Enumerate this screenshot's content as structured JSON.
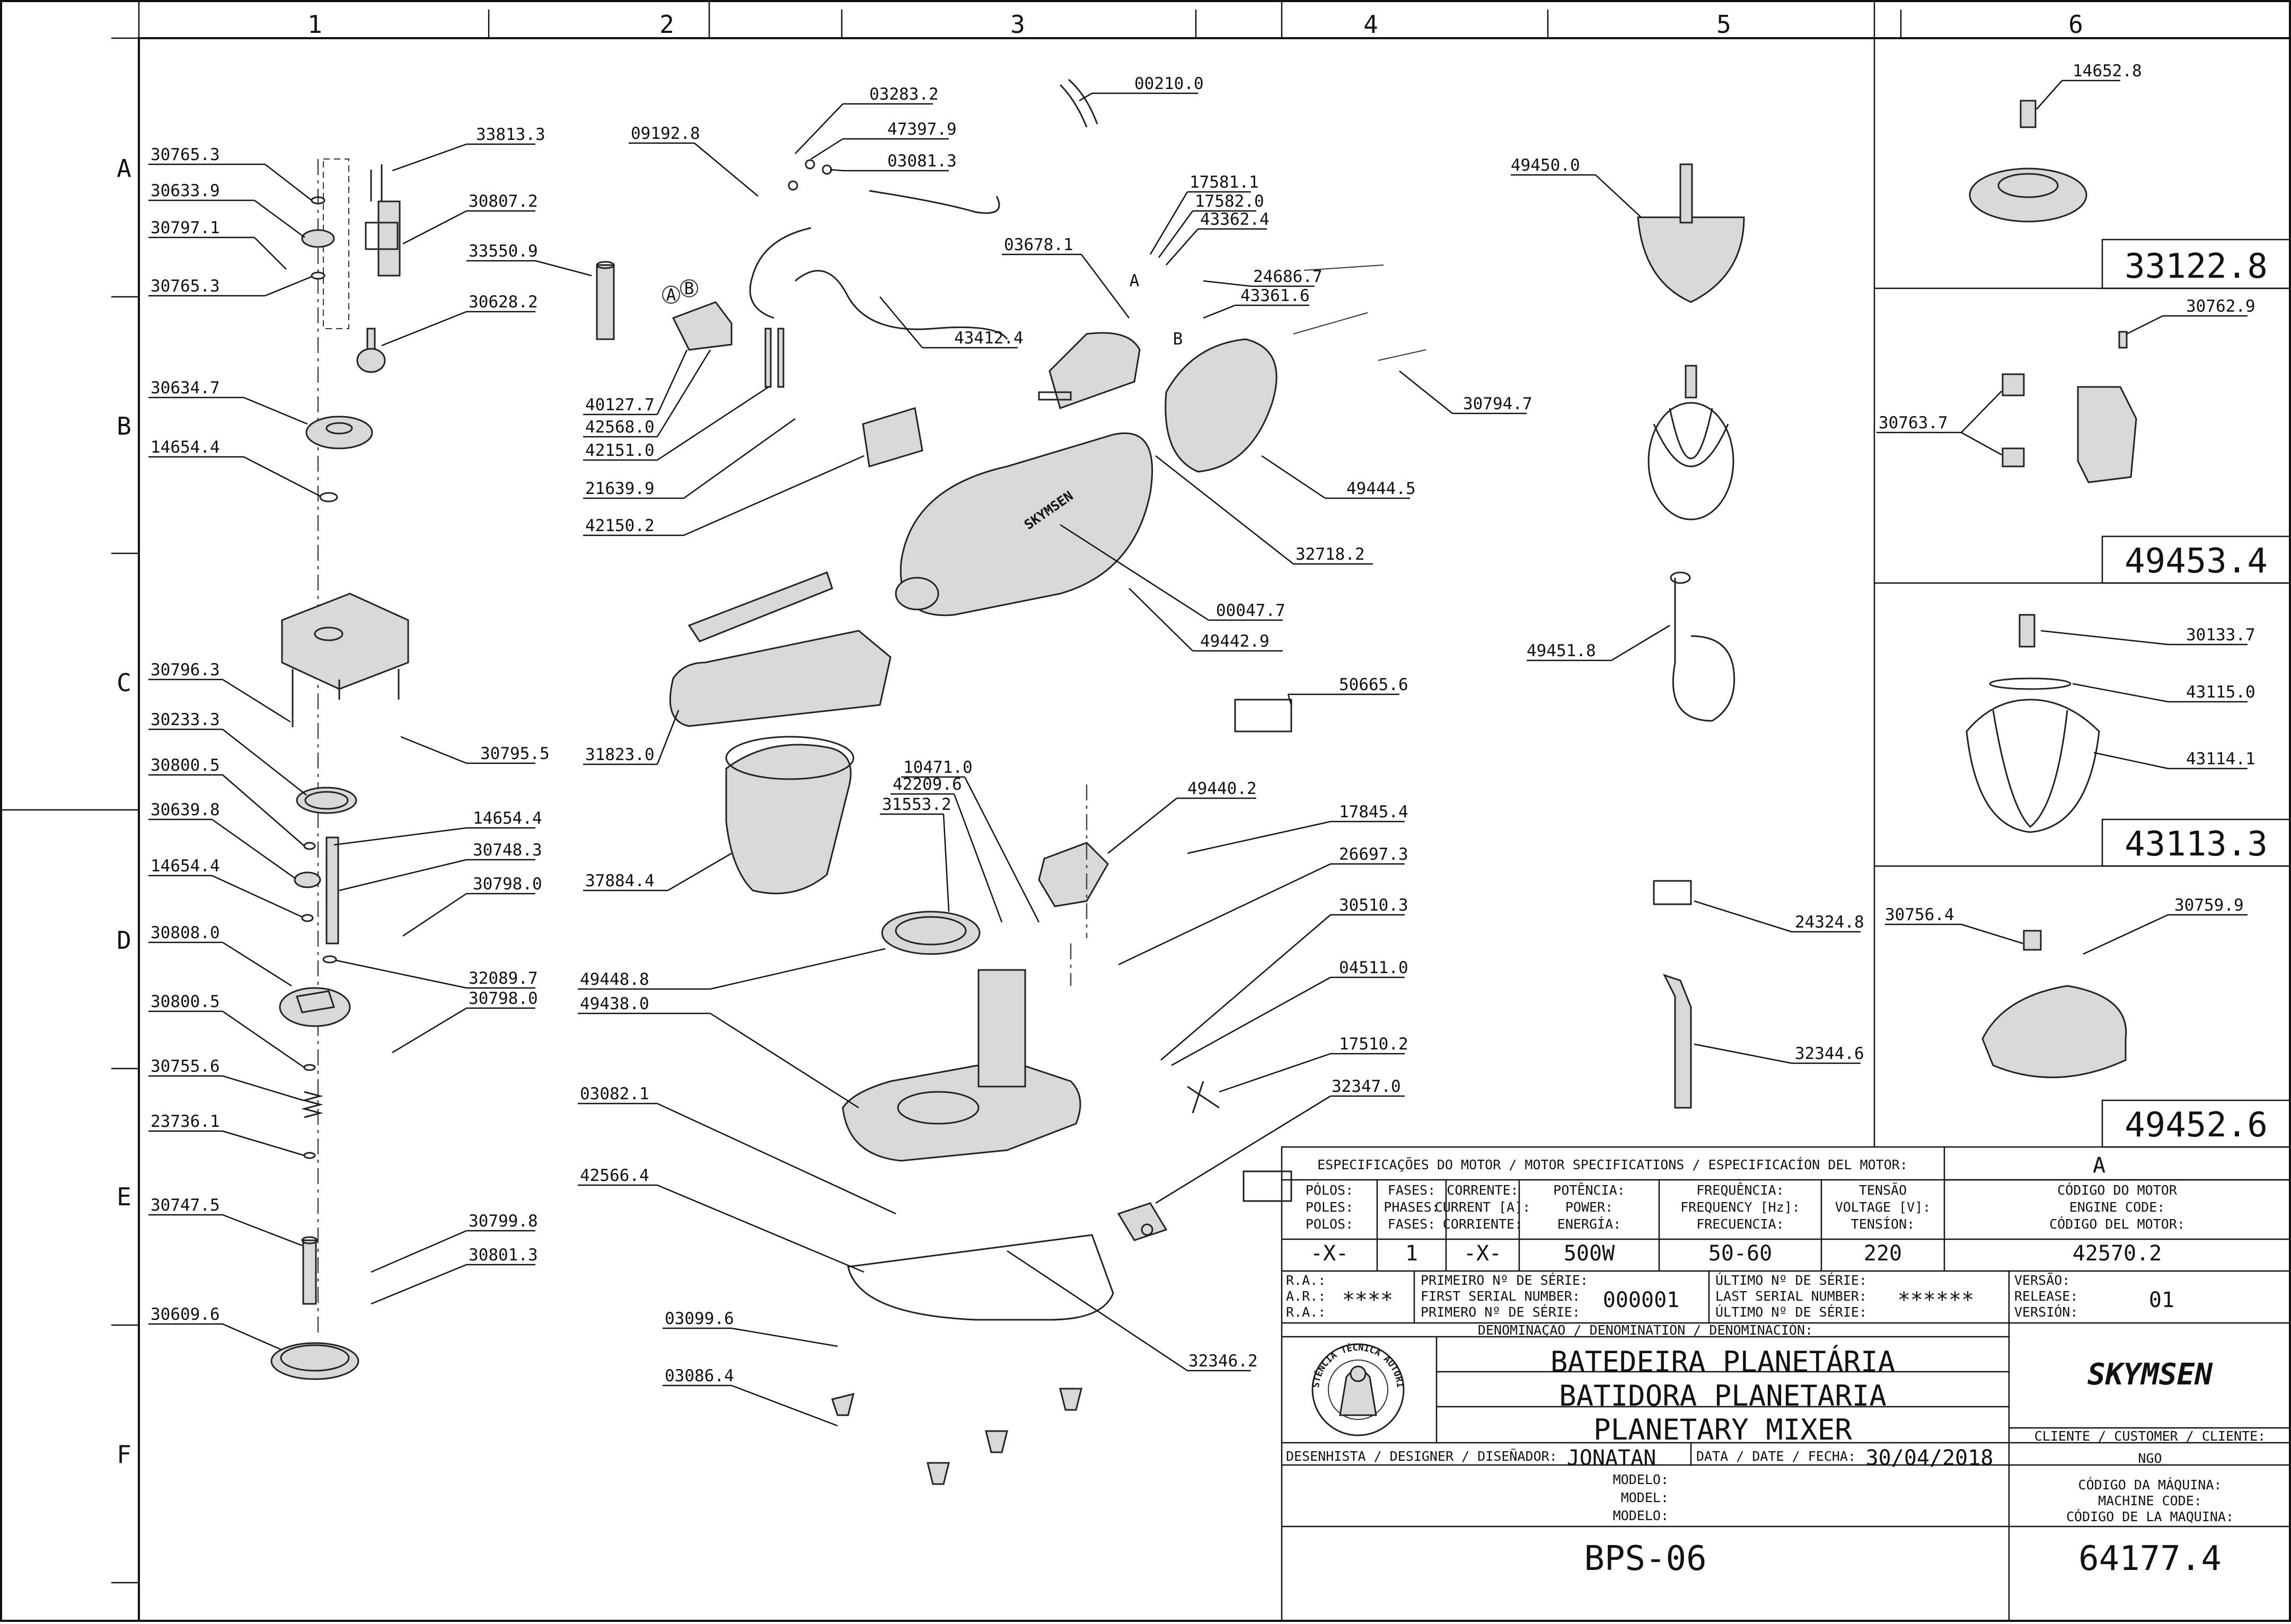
{
  "grid": {
    "columns": [
      "1",
      "2",
      "3",
      "4",
      "5",
      "6"
    ],
    "rows": [
      "A",
      "B",
      "C",
      "D",
      "E",
      "F"
    ]
  },
  "part_labels": {
    "p30765_3a": "30765.3",
    "p30633_9": "30633.9",
    "p30797_1": "30797.1",
    "p30765_3b": "30765.3",
    "p33813_3": "33813.3",
    "p30807_2": "30807.2",
    "p33550_9": "33550.9",
    "p30628_2": "30628.2",
    "p30634_7": "30634.7",
    "p14654_4a": "14654.4",
    "p30796_3": "30796.3",
    "p30795_5": "30795.5",
    "p30233_3": "30233.3",
    "p30800_5a": "30800.5",
    "p30639_8": "30639.8",
    "p14654_4b": "14654.4",
    "p14654_4c": "14654.4",
    "p30748_3": "30748.3",
    "p30798_0a": "30798.0",
    "p30808_0": "30808.0",
    "p32089_7": "32089.7",
    "p30798_0b": "30798.0",
    "p30800_5b": "30800.5",
    "p30755_6": "30755.6",
    "p23736_1": "23736.1",
    "p30747_5": "30747.5",
    "p30799_8": "30799.8",
    "p30801_3": "30801.3",
    "p30609_6": "30609.6",
    "p09192_8": "09192.8",
    "p03283_2": "03283.2",
    "p47397_9": "47397.9",
    "p03081_3": "03081.3",
    "p00210_0": "00210.0",
    "p43412_4": "43412.4",
    "p40127_7": "40127.7",
    "p42568_0": "42568.0",
    "p42151_0": "42151.0",
    "p21639_9": "21639.9",
    "p42150_2": "42150.2",
    "p31823_0": "31823.0",
    "p37884_4": "37884.4",
    "p10471_0": "10471.0",
    "p42209_6": "42209.6",
    "p31553_2": "31553.2",
    "p49448_8": "49448.8",
    "p49438_0": "49438.0",
    "p03082_1": "03082.1",
    "p42566_4": "42566.4",
    "p03099_6": "03099.6",
    "p03086_4": "03086.4",
    "p32346_2": "32346.2",
    "p17581_1": "17581.1",
    "p17582_0": "17582.0",
    "p43362_4": "43362.4",
    "p03678_1": "03678.1",
    "p24686_7": "24686.7",
    "p43361_6": "43361.6",
    "p30794_7": "30794.7",
    "p49444_5": "49444.5",
    "p32718_2": "32718.2",
    "p00047_7": "00047.7",
    "p49442_9": "49442.9",
    "p50665_6": "50665.6",
    "p49440_2": "49440.2",
    "p17845_4": "17845.4",
    "p26697_3": "26697.3",
    "p30510_3": "30510.3",
    "p04511_0": "04511.0",
    "p17510_2": "17510.2",
    "p32347_0": "32347.0",
    "p49450_0": "49450.0",
    "p49451_8": "49451.8",
    "p24324_8": "24324.8",
    "p32344_6": "32344.6",
    "p14652_8": "14652.8",
    "p30762_9": "30762.9",
    "p30763_7": "30763.7",
    "p30133_7": "30133.7",
    "p43115_0": "43115.0",
    "p43114_1": "43114.1",
    "p30756_4": "30756.4",
    "p30759_9": "30759.9",
    "callout_a": "A",
    "callout_b": "B"
  },
  "kit_codes": [
    "33122.8",
    "49453.4",
    "43113.3",
    "49452.6"
  ],
  "brand": "SKYMSEN",
  "seal_text": "ASSISTÊNCIA TÉCNICA AUTORIZADA",
  "title_block": {
    "spec_header": "ESPECIFICAÇÕES DO MOTOR / MOTOR SPECIFICATIONS / ESPECIFICACÍON DEL MOTOR:",
    "motor_letter": "A",
    "spec_cols": [
      {
        "l1": "PÓLOS:",
        "l2": "POLES:",
        "l3": "POLOS:",
        "value": "-X-"
      },
      {
        "l1": "FASES:",
        "l2": "PHASES:",
        "l3": "FASES:",
        "value": "1"
      },
      {
        "l1": "CORRENTE:",
        "l2": "CURRENT [A]:",
        "l3": "CORRIENTE:",
        "value": "-X-"
      },
      {
        "l1": "POTÊNCIA:",
        "l2": "POWER:",
        "l3": "ENERGÍA:",
        "value": "500W"
      },
      {
        "l1": "FREQUÊNCIA:",
        "l2": "FREQUENCY [Hz]:",
        "l3": "FRECUENCIA:",
        "value": "50-60"
      },
      {
        "l1": "TENSÃO",
        "l2": "VOLTAGE [V]:",
        "l3": "TENSÍON:",
        "value": "220"
      },
      {
        "l1": "CÓDIGO DO MOTOR",
        "l2": "ENGINE CODE:",
        "l3": "CÓDIGO DEL MOTOR:",
        "value": "42570.2"
      }
    ],
    "ra": {
      "l1": "R.A.:",
      "l2": "A.R.:",
      "l3": "R.A.:",
      "value": "****"
    },
    "first_serial": {
      "l1": "PRIMEIRO Nº DE SÉRIE:",
      "l2": "FIRST SERIAL NUMBER:",
      "l3": "PRIMERO Nº DE SÉRIE:",
      "value": "000001"
    },
    "last_serial": {
      "l1": "ÚLTIMO Nº DE SÉRIE:",
      "l2": "LAST SERIAL NUMBER:",
      "l3": "ÚLTIMO Nº DE SÉRIE:",
      "value": "******"
    },
    "version": {
      "l1": "VERSÃO:",
      "l2": "RELEASE:",
      "l3": "VERSIÓN:",
      "value": "01"
    },
    "denomination_header": "DENOMINAÇÃO / DENOMINATION / DENOMINACIÓN:",
    "names": [
      "BATEDEIRA PLANETÁRIA",
      "BATIDORA PLANETARIA",
      "PLANETARY MIXER"
    ],
    "customer_label": "CLIENTE / CUSTOMER / CLIENTE:",
    "customer_value": "NGO",
    "designer_label": "DESENHISTA / DESIGNER / DISEÑADOR:",
    "designer_value": "JONATAN",
    "date_label": "DATA / DATE / FECHA:",
    "date_value": "30/04/2018",
    "model_labels": [
      "MODELO:",
      "MODEL:",
      "MODELO:"
    ],
    "model_value": "BPS-06",
    "machine_code_labels": [
      "CÓDIGO DA MÁQUINA:",
      "MACHINE CODE:",
      "CÓDIGO DE LA MAQUINA:"
    ],
    "machine_code_value": "64177.4"
  }
}
